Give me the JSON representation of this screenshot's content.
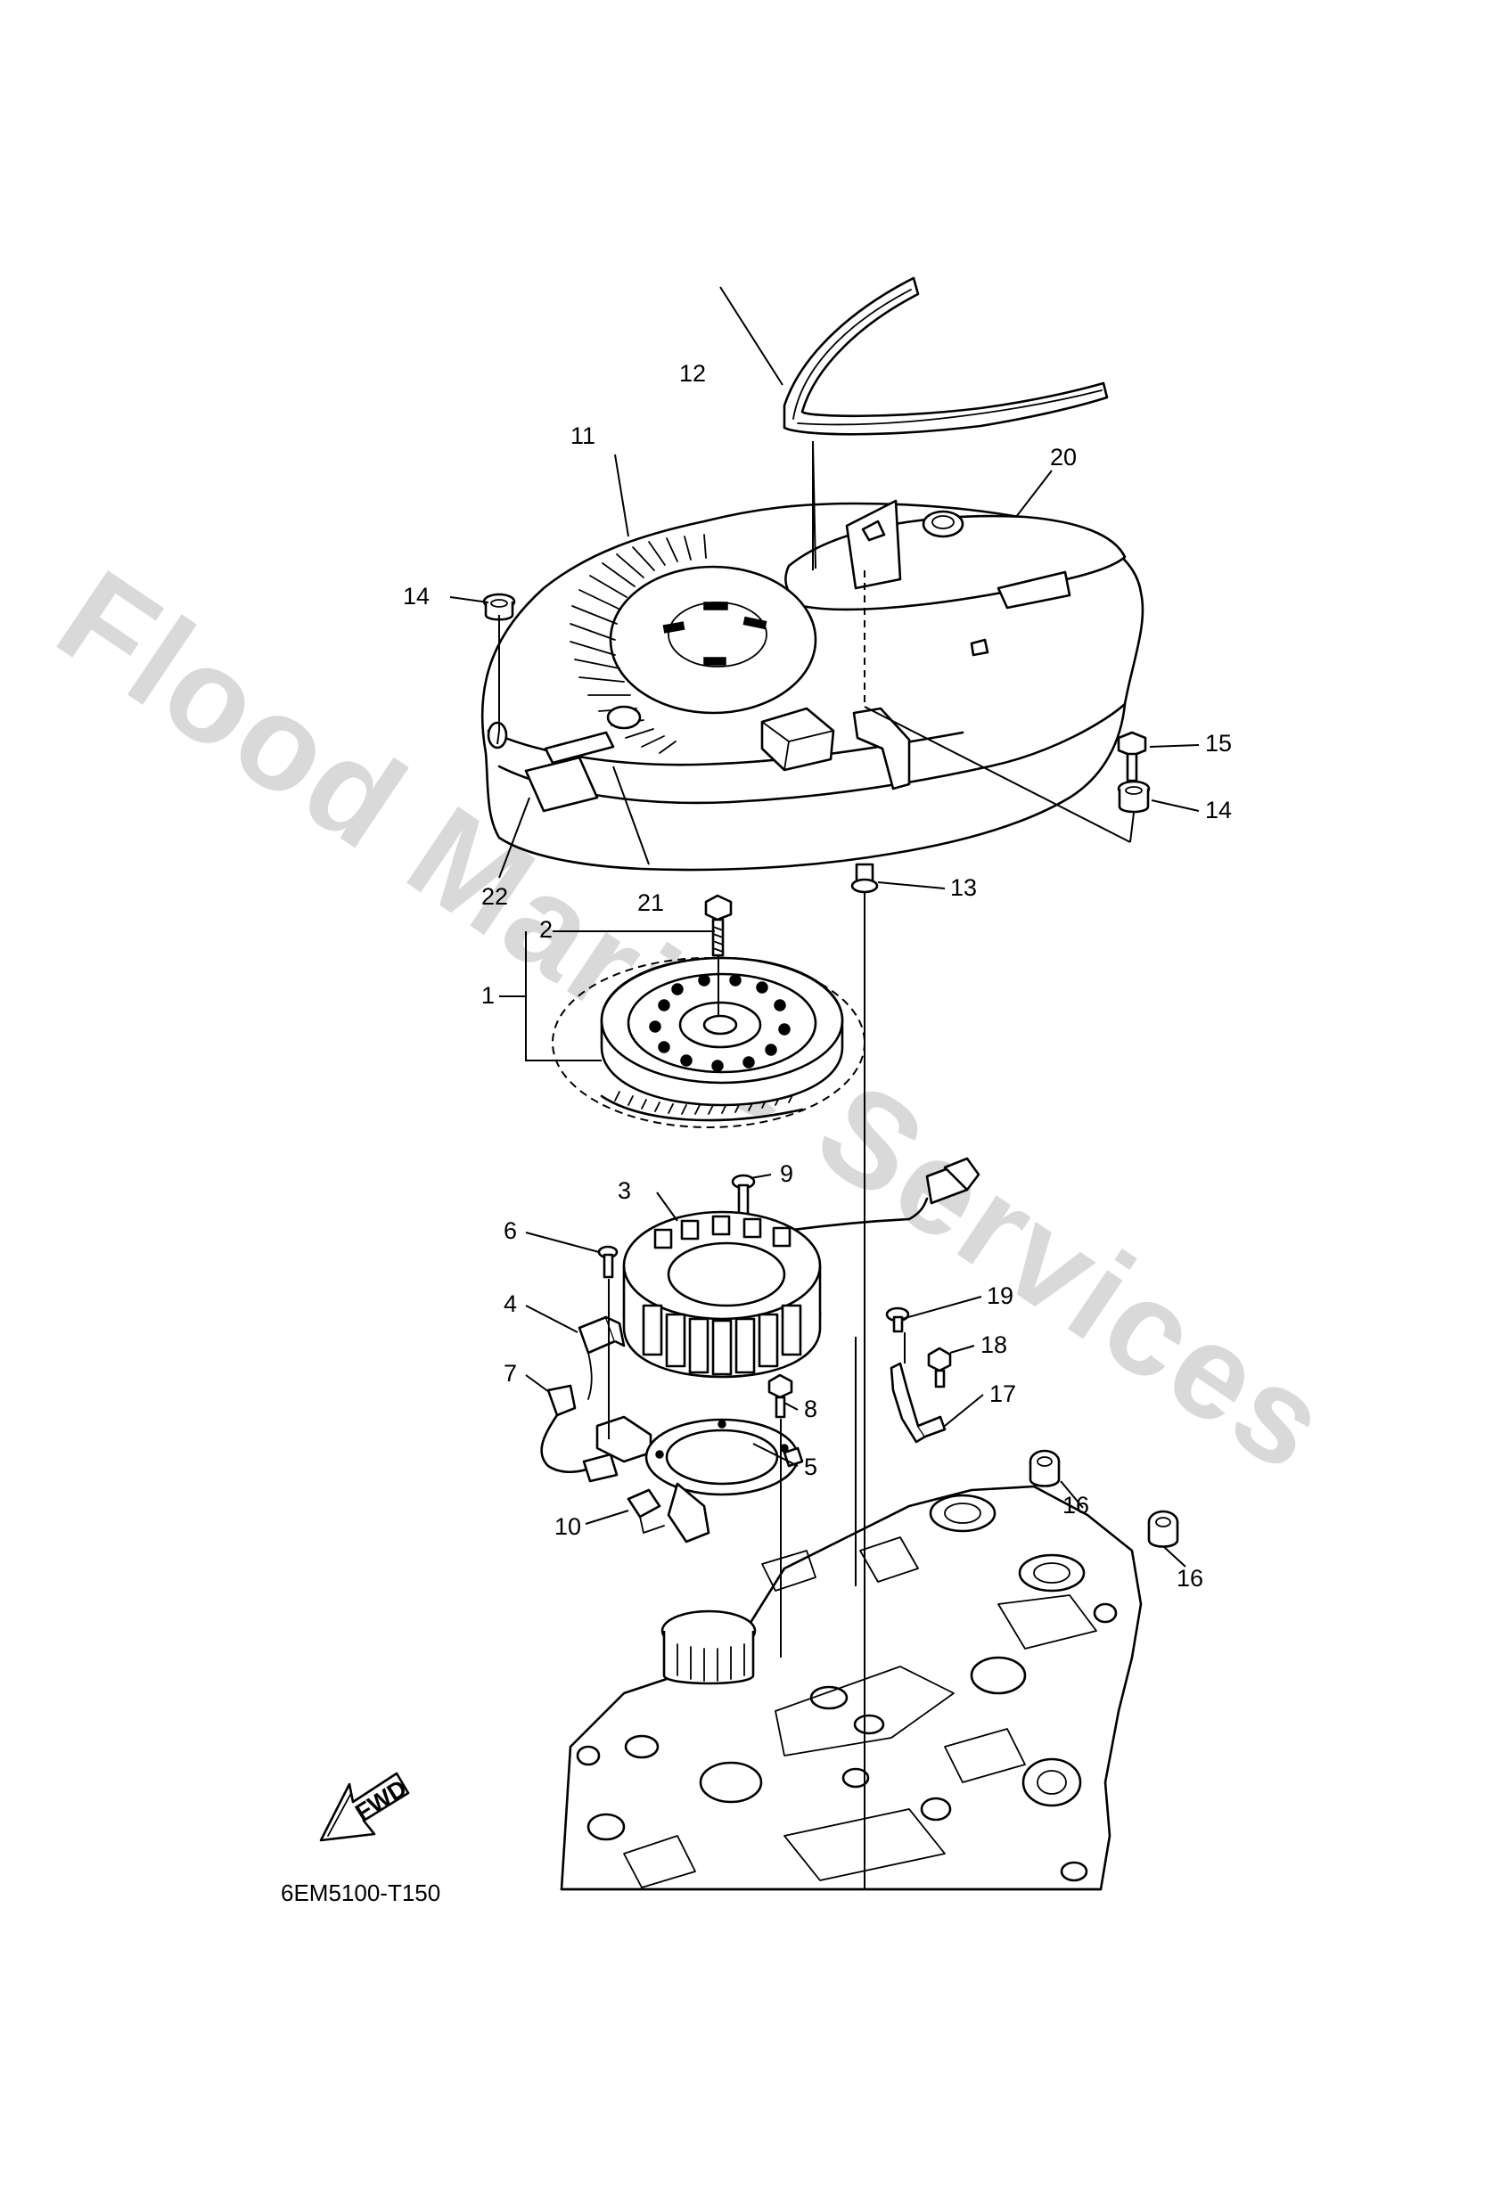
{
  "watermark": "Flood Marine Services",
  "diagram_code": "6EM5100-T150",
  "fwd_label": "FWD",
  "callouts": {
    "c1": "1",
    "c2": "2",
    "c3": "3",
    "c4": "4",
    "c5": "5",
    "c6": "6",
    "c7": "7",
    "c8": "8",
    "c9": "9",
    "c10": "10",
    "c11": "11",
    "c12": "12",
    "c13": "13",
    "c14a": "14",
    "c14b": "14",
    "c15": "15",
    "c16a": "16",
    "c16b": "16",
    "c17": "17",
    "c18": "18",
    "c19": "19",
    "c20": "20",
    "c21": "21",
    "c22": "22"
  }
}
